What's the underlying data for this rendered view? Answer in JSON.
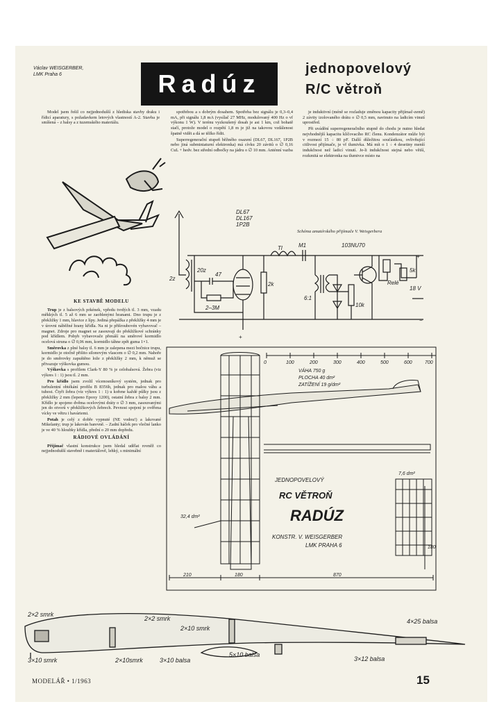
{
  "header": {
    "author_name": "Václav WEISGERBER,",
    "author_club": "LMK Praha 6",
    "title": "Radúz",
    "subtitle_line1": "jednopovelový",
    "subtitle_line2": "R/C větroň"
  },
  "column1": {
    "intro": "Model jsem řešil co nejjednodušší z hlediska stavby draku i řídicí aparatury, s požadavkem letových vlastností A-2. Stavba je smíšená – z balsy a z tuzemského materiálu.",
    "heading_stavba": "KE STAVBĚ MODELU",
    "trup_label": "Trup",
    "trup_text": "je z balsových prkének, vpředu tvrdých tl. 3 mm, vzadu měkkých tl. 5 až 6 mm se zaoblenými hranami. Dno trupu je z překližky 1 mm, hlavice z lípy. Jediná přepážka z překližky 4 mm je v úrovni náběžné hrany křídla. Na ni je přišroubovén vybavovač – magnet. Zdroje pro magnet se zasouvají do překližkové schránky pod křídlem. Pohyb vybavovače přenáší na směrové kormidlo ocelová struna o ∅ 0,06 mm, kormidlo táhne zpět guma 1×1.",
    "smerovka_label": "Směrovka",
    "smerovka_text": "z plné balsy tl. 6 mm je zalepena mezi bočnice trupu, kormidlo je otočně přišito silonovým vlascem o ∅ 0,2 mm. Nahoře je do směrovky zapuštěno lože z překližky 2 mm, k němuž se přivazuje výškovka gumou.",
    "vyskovka_label": "Výškovka",
    "vyskovka_text": "s profilem Clark-Y 80 % je celobalsová. Žebra (viz výkres 1 : 1) jsou tl. 2 mm.",
    "kridlo_label": "Pro křídlo",
    "kridlo_text": "jsem zvolil vícenosníkový systém, jednak pro turbulentní obtékání profilu B 8356b, jednak pro malou váhu a tuhost. Čtyři žebra (viz výkres 1 : 1) u kořene každé půlky jsou z překližky 2 mm (lepeno Epoxy 1200), ostatní žebra z balsy 2 mm. Křídlo je spojeno dvěma ocelovými dráty o ∅ 3 mm, zasouvanými jen do otvorů v překližkových žebrech. Pevnost spojení je ověřena vícky ve větru i haváriemi.",
    "potah_label": "Potah",
    "potah_text": "je celý z dobře vypnuté (NE vodou!) a lakované Mikelanty; trup je lakován barevně. – Zadní háček pro vlečné lanko je ve 40 % hloubky křídla, přední o 20 mm dopředu.",
    "heading_radio": "RÁDIOVÉ OVLÁDÁNÍ",
    "prijimac_label": "Přijímač",
    "prijimac_text": "vlastní konstrukce jsem hledal udělat rovněž co nejjednodušší stavebně i materiálově, lehký, s minimální"
  },
  "column2": {
    "p1": "spotřebou a s dobrým dosahem. Spotřeba bez signálu je 0,3–0,4 mA, při signálu 1,8 mA (vysílač 27 MHz, modulovaný 400 Hz o vf výkonu 1 W). V terénu vyzkoušený dosah je asi 1 km, což bohatě stačí, protože model o rozpětí 1,8 m je již na takovou vzdálenost špatně vidět a dá se těžko řídit.",
    "p2": "Superregenerační stupeň běžného osazení (DL67, DL167, 1P2B nebo jiná subminiaturní elektronka) má cívku 20 závitů o ∅ 0,16 CuL + hedv. bez střední odbočky na jádru o ∅ 10 mm. Anténní vazba"
  },
  "column3": {
    "p1": "je induktivní (méně se rozladuje změnou kapacity přijímač-země) 2 závity izolovaného drátu o ∅ 0,5 mm, navinuto na ladicím vinutí uprostřed.",
    "p2": "Při uvádění superregeneračního stupně do chodu je nutno hledat nejvhodnější kapacitu klíčovacího RC členu. Kondenzátor může být v rozmezí 15 ÷ 80 pF. Další důležitou součástkou, ovlivňující citlivost přijímače, je vf tlumivka. Má mít o 1 ÷ 4 desetiny menší indukčnost než ladicí vinutí. Je-li indukčnost stejná nebo větší, rozkmitá se elektronka na tlumivce místo na"
  },
  "schematic": {
    "caption": "Schéma amatérského přijímače V. Weisgerbera",
    "tubes": "DL67 DL167 1P2B",
    "labels": [
      "2z",
      "20z",
      "47",
      "2–3M",
      "2k",
      "Tl",
      "M1",
      "103NU70",
      "6:1",
      "10k",
      "Relé",
      "5k",
      "18 V",
      "+",
      "−"
    ]
  },
  "plan": {
    "specs": [
      "VÁHA  750 g",
      "PLOCHA  40 dm²",
      "ZATÍŽENÍ  19 g/dm²"
    ],
    "plan_title1": "JEDNOPOVELOVÝ",
    "plan_title2": "RC VĚTROŇ",
    "plan_title3": "RADÚZ",
    "plan_credit1": "KONSTR.  V. WEISGERBER",
    "plan_credit2": "LMK  PRAHA 6",
    "scale": [
      "0",
      "100",
      "200",
      "300",
      "400",
      "500",
      "600",
      "700"
    ],
    "dims": [
      "210",
      "180",
      "870",
      "32,4 dm²",
      "7,6 dm²",
      "180"
    ]
  },
  "wing_section": {
    "labels": [
      "2×2 smrk",
      "2×2 smrk",
      "2×10 smrk",
      "4×25 balsa",
      "3×10 smrk",
      "2×10smrk",
      "3×10 balsa",
      "5×10 balsa",
      "3×12 balsa"
    ]
  },
  "footer": {
    "magazine": "MODELÁŘ • 1/1963",
    "page_number": "15"
  }
}
